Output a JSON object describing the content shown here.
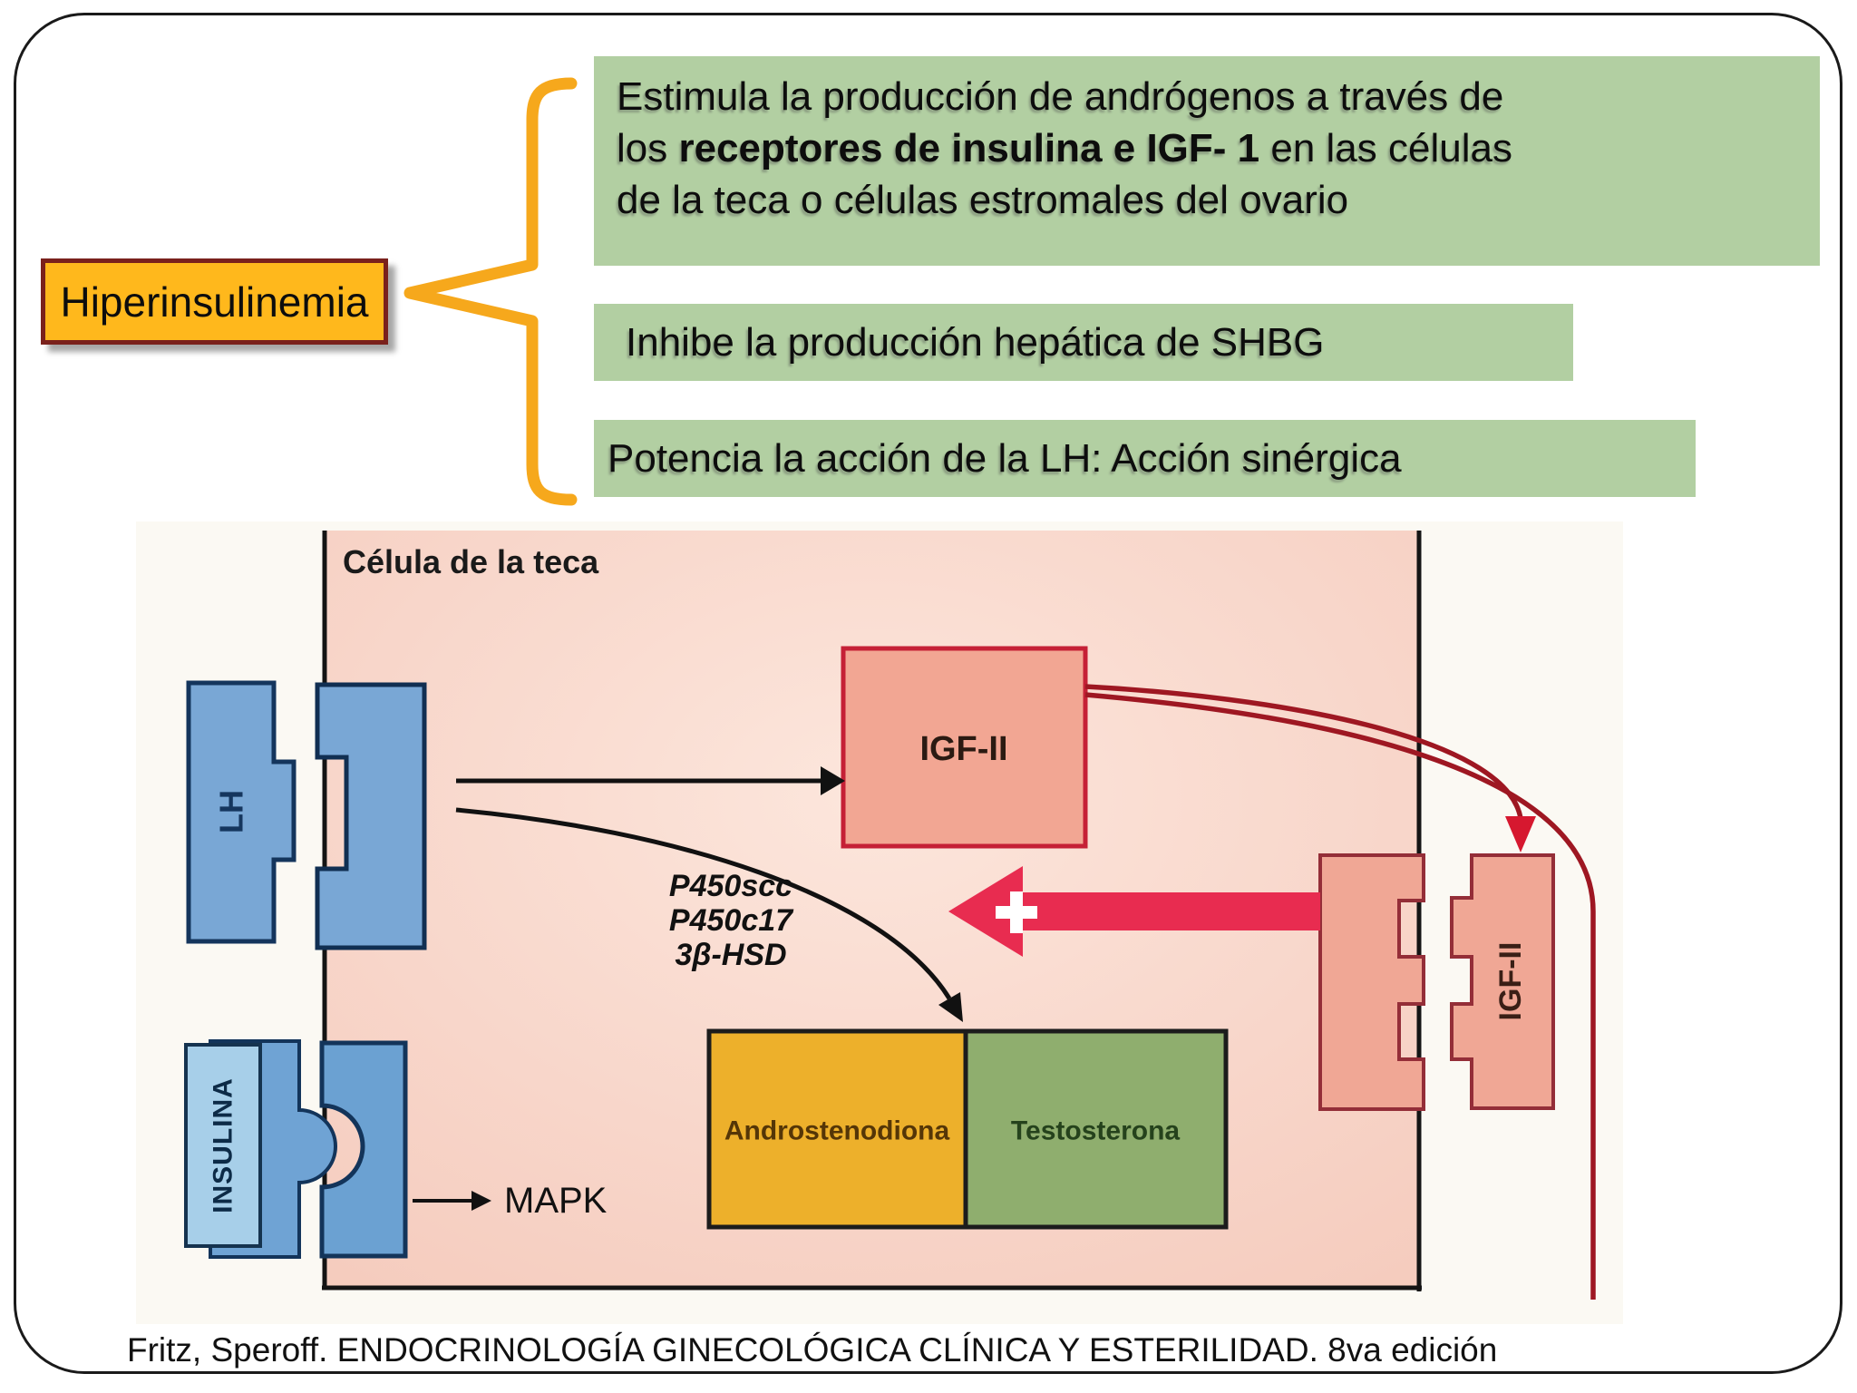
{
  "slide": {
    "title_box": {
      "label": "Hiperinsulinemia"
    },
    "bullets": [
      {
        "line1": "Estimula la producción de andrógenos a través de",
        "line2_pre": "los ",
        "line2_bold": "receptores de insulina e IGF- 1",
        "line2_post": " en las células",
        "line3": "de la teca o células estromales del ovario"
      },
      {
        "text": "Inhibe la producción hepática de SHBG"
      },
      {
        "text": "Potencia la acción de la LH: Acción sinérgica"
      }
    ],
    "citation": "Fritz, Speroff. ENDOCRINOLOGÍA GINECOLÓGICA CLÍNICA Y ESTERILIDAD. 8va edición"
  },
  "diagram": {
    "cell_label": "Célula de la teca",
    "lh_label": "LH",
    "insulina_label": "INSULINA",
    "mapk_label": "MAPK",
    "igf2_box_label": "IGF-II",
    "igf2_ligand_label": "IGF-II",
    "enzymes": [
      "P450scc",
      "P450c17",
      "3β-HSD"
    ],
    "plus_label": "+",
    "androstenodiona_label": "Androstenodiona",
    "testosterona_label": "Testosterona"
  },
  "colors": {
    "accent_orange": "#FFB81C",
    "bracket_orange": "#F6A81C",
    "bullet_green": "#B2CFA2",
    "cell_pink": "#F8D6CA",
    "receptor_blue": "#79A7D5",
    "igf_salmon": "#F2A693",
    "androstenodiona_yellow": "#EDB02B",
    "testosterona_green": "#8FAE6E",
    "stimulus_red": "#E82C50",
    "dark_red": "#9E1722"
  }
}
